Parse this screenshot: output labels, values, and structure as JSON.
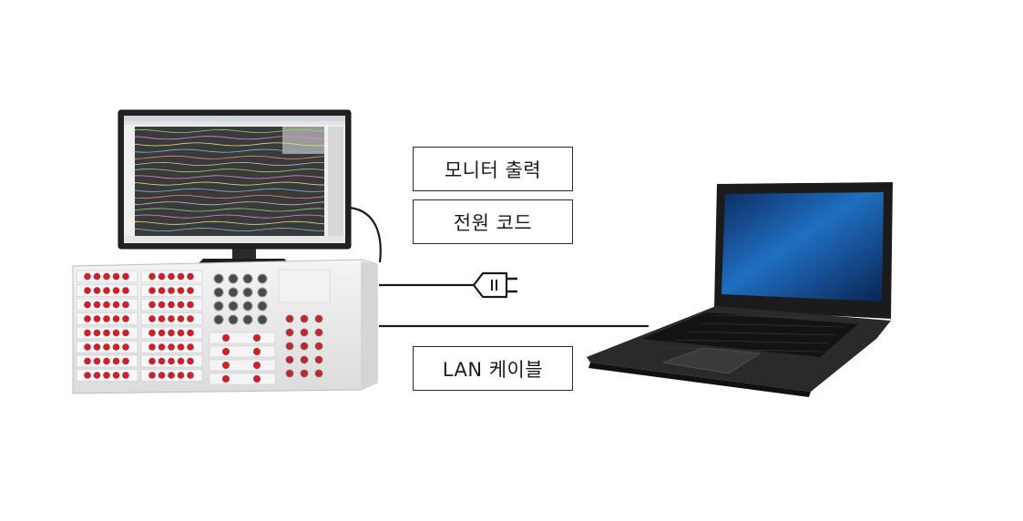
{
  "labels": {
    "monitor_output": "모니터 출력",
    "power_cord": "전원 코드",
    "lan_cable": "LAN 케이블"
  },
  "colors": {
    "cable": "#1a1a1a",
    "chassis": "#eeeeee",
    "connector_red": "#c8232c",
    "laptop_screen": "#1f6fc0",
    "monitor_screen": "#3a3a3a"
  }
}
